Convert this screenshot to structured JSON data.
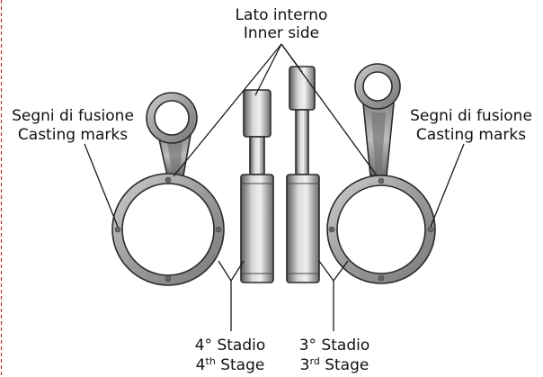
{
  "labels": {
    "inner_side_it": "Lato interno",
    "inner_side_en": "Inner side",
    "casting_left_it": "Segni di fusione",
    "casting_left_en": "Casting marks",
    "casting_right_it": "Segni di fusione",
    "casting_right_en": "Casting marks",
    "stage4_it": "4° Stadio",
    "stage4_en_num": "4",
    "stage4_en_sup": "th",
    "stage4_en_word": " Stage",
    "stage3_it": "3° Stadio",
    "stage3_en_num": "3",
    "stage3_en_sup": "rd",
    "stage3_en_word": " Stage"
  },
  "colors": {
    "border_dashed": "#c0392b",
    "metal_dark": "#5a5a5a",
    "metal_mid": "#a9a9a9",
    "metal_light": "#e6e6e6"
  }
}
